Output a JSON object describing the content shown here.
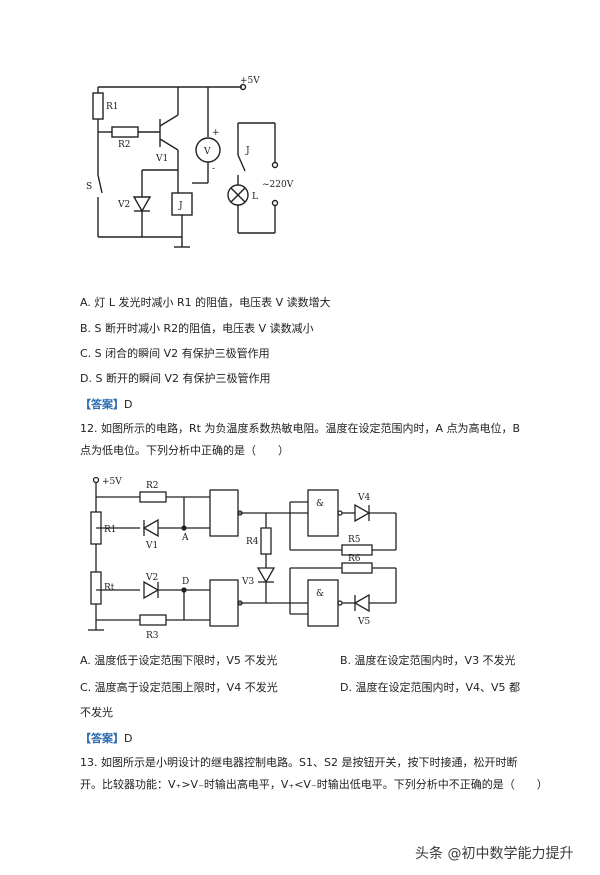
{
  "q11": {
    "circuit": {
      "supply": "+5V",
      "r1": "R1",
      "r2": "R2",
      "v1": "V1",
      "switch_s": "S",
      "v2": "V2",
      "relay": "J",
      "voltmeter": "V",
      "plus": "+",
      "minus": "-",
      "contact": "J",
      "mains": "~220V",
      "lamp": "L"
    },
    "options": [
      "A. 灯 L 发光时减小 R1 的阻值，电压表 V 读数增大",
      "B. S 断开时减小 R2的阻值，电压表 V 读数减小",
      "C. S 闭合的瞬间 V2 有保护三极管作用",
      "D. S 断开的瞬间 V2 有保护三极管作用"
    ],
    "answer_tag": "【答案】",
    "answer_value": "D"
  },
  "q12": {
    "text_line1": "12. 如图所示的电路，Rt 为负温度系数热敏电阻。温度在设定范围内时，A 点为高电位，B",
    "text_line2": "点为低电位。下列分析中正确的是（　　）",
    "circuit": {
      "supply": "+5V",
      "r1": "R1",
      "r2": "R2",
      "r3": "R3",
      "rt": "Rt",
      "r4": "R4",
      "r5": "R5",
      "r6": "R6",
      "v1": "V1",
      "v2": "V2",
      "v3": "V3",
      "v4": "V4",
      "v5": "V5",
      "point_a": "A",
      "point_d": "D",
      "gate": "&"
    },
    "options": {
      "a": "A. 温度低于设定范围下限时，V5 不发光",
      "b": "B. 温度在设定范围内时，V3 不发光",
      "c": "C. 温度高于设定范围上限时，V4 不发光",
      "d": "D. 温度在设定范围内时，V4、V5 都",
      "d_cont": "不发光"
    },
    "answer_tag": "【答案】",
    "answer_value": "D"
  },
  "q13": {
    "text_line1": "13. 如图所示是小明设计的继电器控制电路。S1、S2 是按钮开关，按下时接通，松开时断",
    "text_line2": "开。比较器功能：V₊>V₋时输出高电平，V₊<V₋时输出低电平。下列分析中不正确的是（　　）"
  },
  "watermark": "头条 @初中数学能力提升"
}
